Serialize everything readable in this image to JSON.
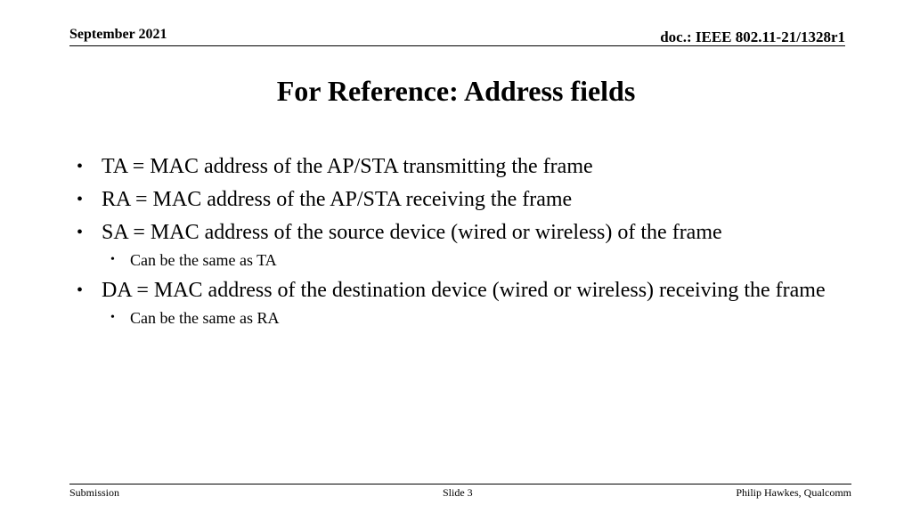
{
  "header": {
    "date": "September 2021",
    "doc_id": "doc.: IEEE 802.11-21/1328r1"
  },
  "title": "For Reference: Address fields",
  "bullets": [
    {
      "text": "TA = MAC address of the AP/STA transmitting the frame"
    },
    {
      "text": "RA = MAC address of the AP/STA receiving the frame"
    },
    {
      "text": "SA = MAC address of the source device (wired or wireless) of the frame",
      "sub": "Can be the same as TA"
    },
    {
      "text": "DA = MAC address of the destination device (wired or wireless) receiving the frame",
      "sub": "Can be the same as RA"
    }
  ],
  "footer": {
    "left": "Submission",
    "center": "Slide 3",
    "right": "Philip Hawkes, Qualcomm"
  }
}
